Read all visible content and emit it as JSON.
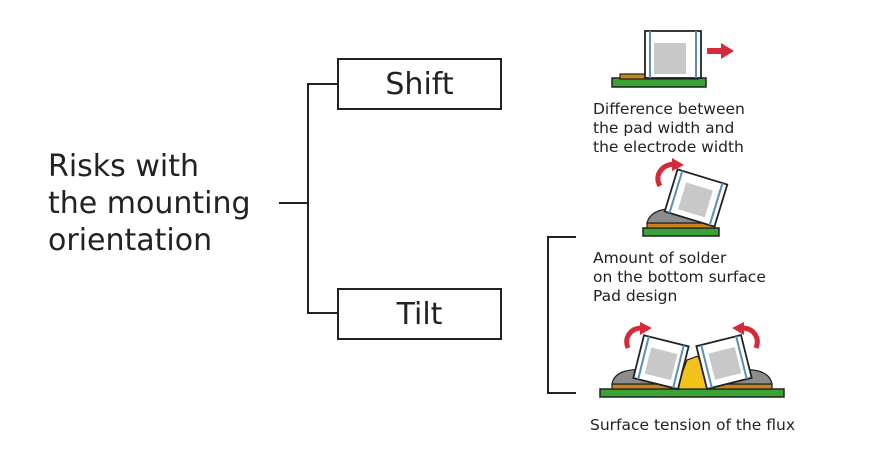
{
  "diagram": {
    "root_lines": [
      "Risks with",
      "the mounting",
      "orientation"
    ],
    "branches": [
      {
        "label": "Shift"
      },
      {
        "label": "Tilt"
      }
    ],
    "shift_cause_lines": [
      "Difference between",
      "the pad width and",
      "the electrode width"
    ],
    "tilt_cause_lines": [
      "Amount of solder",
      "on the bottom surface",
      "Pad design"
    ],
    "flux_cause": "Surface tension of the flux"
  },
  "colors": {
    "board": "#3aa335",
    "pad": "#c9831c",
    "solder": "#8c8c8c",
    "flux": "#f3c21b",
    "arrow": "#d42a3a",
    "electrode": "#5a8fb7",
    "chip_fill": "#c8c8c8",
    "line": "#222222"
  },
  "icons": [
    "right-arrow-icon",
    "rotate-arrow-icon"
  ]
}
